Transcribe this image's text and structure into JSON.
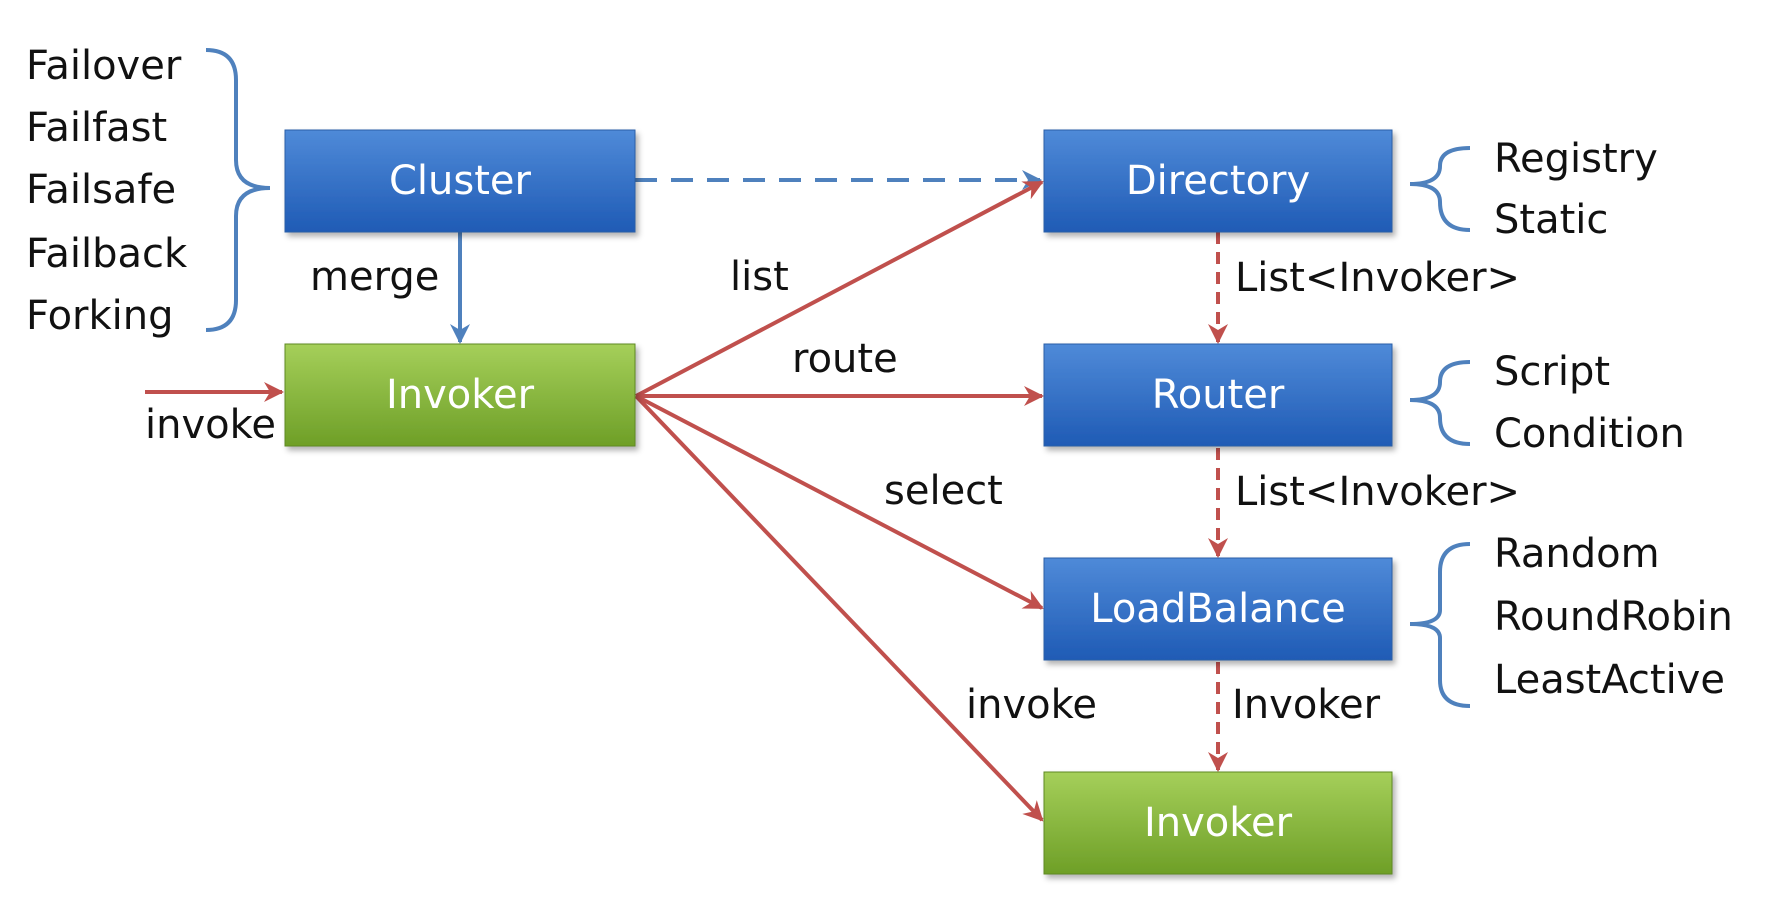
{
  "colors": {
    "blue_top": "#4f8ad8",
    "blue_bottom": "#1f5bb5",
    "green_top": "#a5cf5a",
    "green_bottom": "#6e9f27",
    "red_arrow": "#c0504d",
    "blue_arrow": "#4f81bd",
    "brace": "#4f81bd"
  },
  "nodes": {
    "cluster": "Cluster",
    "directory": "Directory",
    "invoker_main": "Invoker",
    "router": "Router",
    "loadbalance": "LoadBalance",
    "invoker_target": "Invoker"
  },
  "edges": {
    "merge": "merge",
    "invoke_in": "invoke",
    "list": "list",
    "route": "route",
    "select": "select",
    "invoke_out": "invoke",
    "dir_to_router": "List<Invoker>",
    "router_to_lb": "List<Invoker>",
    "lb_to_invoker": "Invoker"
  },
  "groups": {
    "cluster_types": [
      "Failover",
      "Failfast",
      "Failsafe",
      "Failback",
      "Forking"
    ],
    "directory_types": [
      "Registry",
      "Static"
    ],
    "router_types": [
      "Script",
      "Condition"
    ],
    "loadbalance_types": [
      "Random",
      "RoundRobin",
      "LeastActive"
    ]
  }
}
